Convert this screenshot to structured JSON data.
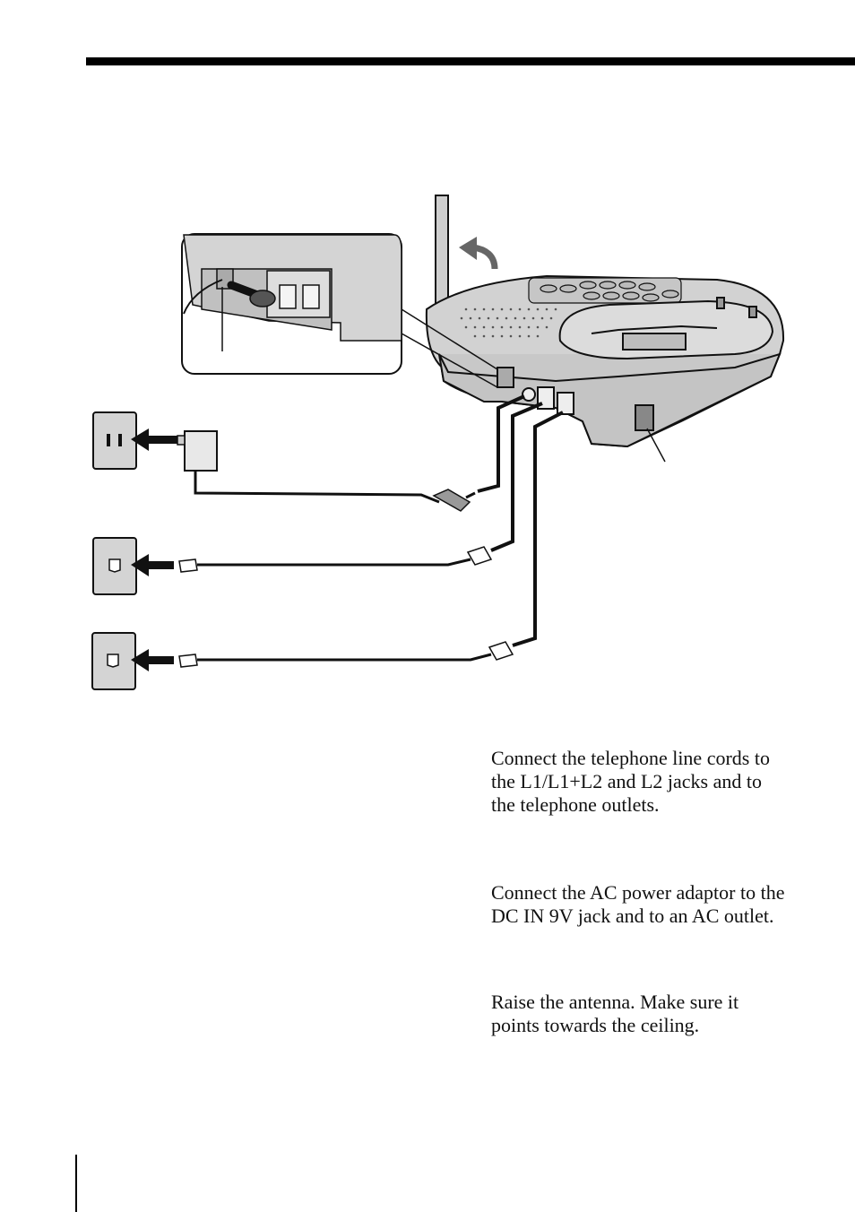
{
  "instructions": [
    "Connect the telephone line cords to the L1/L1+L2 and L2 jacks and to the telephone outlets.",
    "Connect the AC power adaptor to the DC IN 9V jack and to an AC outlet.",
    "Raise the antenna. Make sure it points towards the ceiling."
  ],
  "illustration": {
    "parts": [
      "base-unit",
      "antenna",
      "ac-power-adaptor",
      "ac-outlet",
      "telephone-line-cord",
      "telephone-outlet",
      "jack-detail-inset"
    ]
  },
  "colors": {
    "device_fill": "#cccccc",
    "outline": "#111111",
    "cord": "#111111"
  }
}
